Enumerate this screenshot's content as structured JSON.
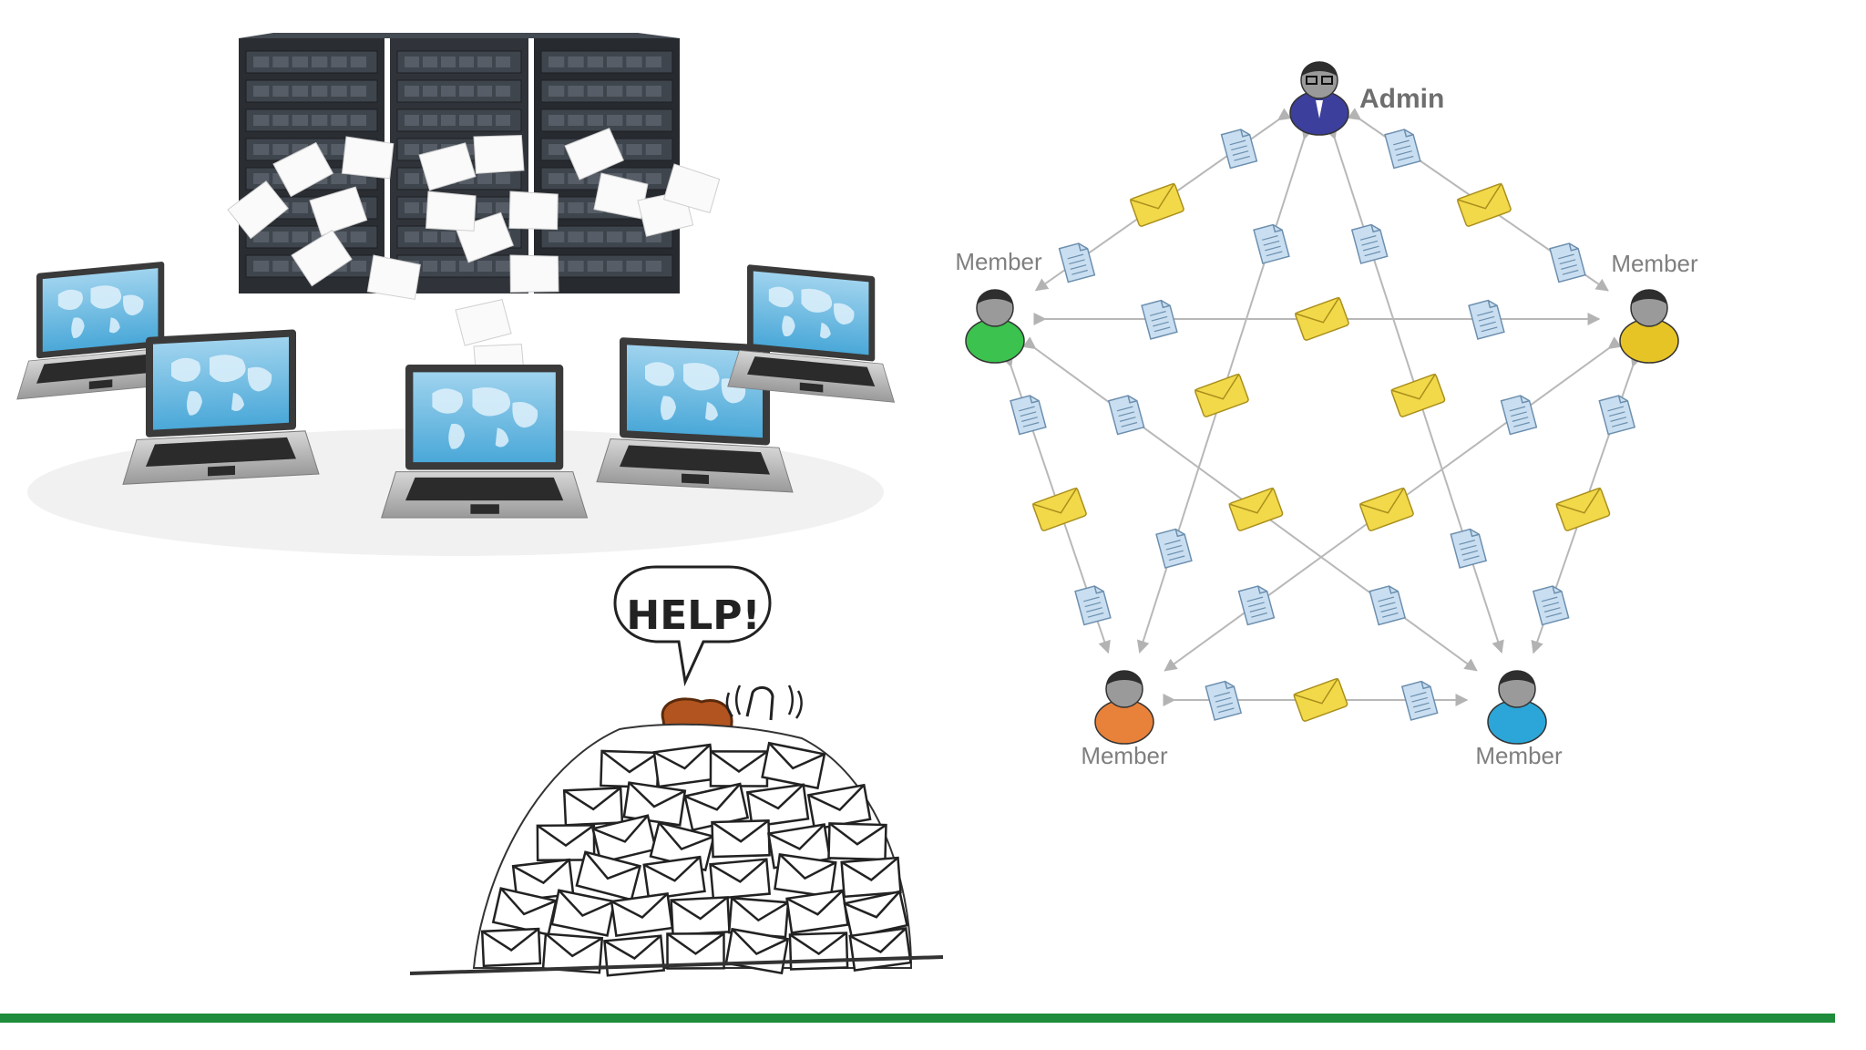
{
  "scene": {
    "help_bubble": "HELP!",
    "admin_label": "Admin",
    "member_labels": [
      "Member",
      "Member",
      "Member",
      "Member"
    ]
  },
  "colors": {
    "bottom_rule": "#1e8c3a",
    "server_dark": "#2a2e33",
    "map_blue": "#3b9fd0",
    "envelope_yellow": "#f2d94a",
    "doc_blue": "#c9dff1",
    "arrow_gray": "#b8b8b8",
    "member_green": "#3cc24f",
    "member_yellow": "#e7c425",
    "member_orange": "#e8813a",
    "member_blue": "#2ca6d8",
    "admin_blue": "#3c3f9c"
  }
}
